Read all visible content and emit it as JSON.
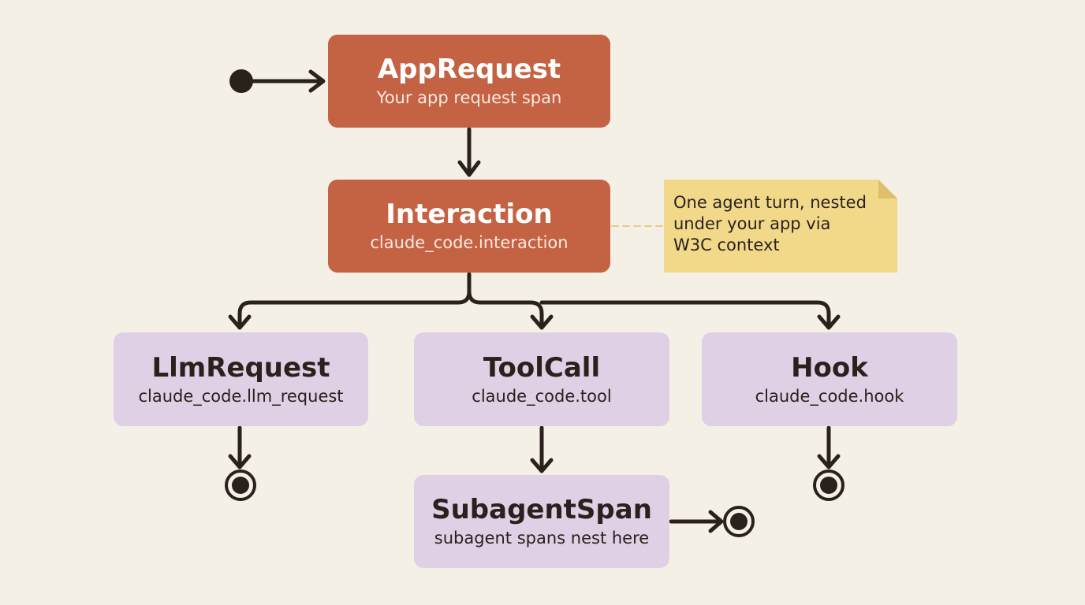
{
  "colors": {
    "background": "#f4f0e6",
    "primary_fill": "#c46344",
    "secondary_fill": "#dfd0e6",
    "note_fill": "#f2d98a",
    "note_fold": "#dcc06b",
    "connector": "#2a211d",
    "dashed_leader": "#e8c98c"
  },
  "nodes": {
    "app_request": {
      "title": "AppRequest",
      "subtitle": "Your app request span"
    },
    "interaction": {
      "title": "Interaction",
      "subtitle": "claude_code.interaction"
    },
    "llm_request": {
      "title": "LlmRequest",
      "subtitle": "claude_code.llm_request"
    },
    "tool_call": {
      "title": "ToolCall",
      "subtitle": "claude_code.tool"
    },
    "hook": {
      "title": "Hook",
      "subtitle": "claude_code.hook"
    },
    "subagent_span": {
      "title": "SubagentSpan",
      "subtitle": "subagent spans nest here"
    }
  },
  "note": {
    "lines": [
      "One agent turn, nested",
      "under your app via",
      "W3C context"
    ]
  }
}
